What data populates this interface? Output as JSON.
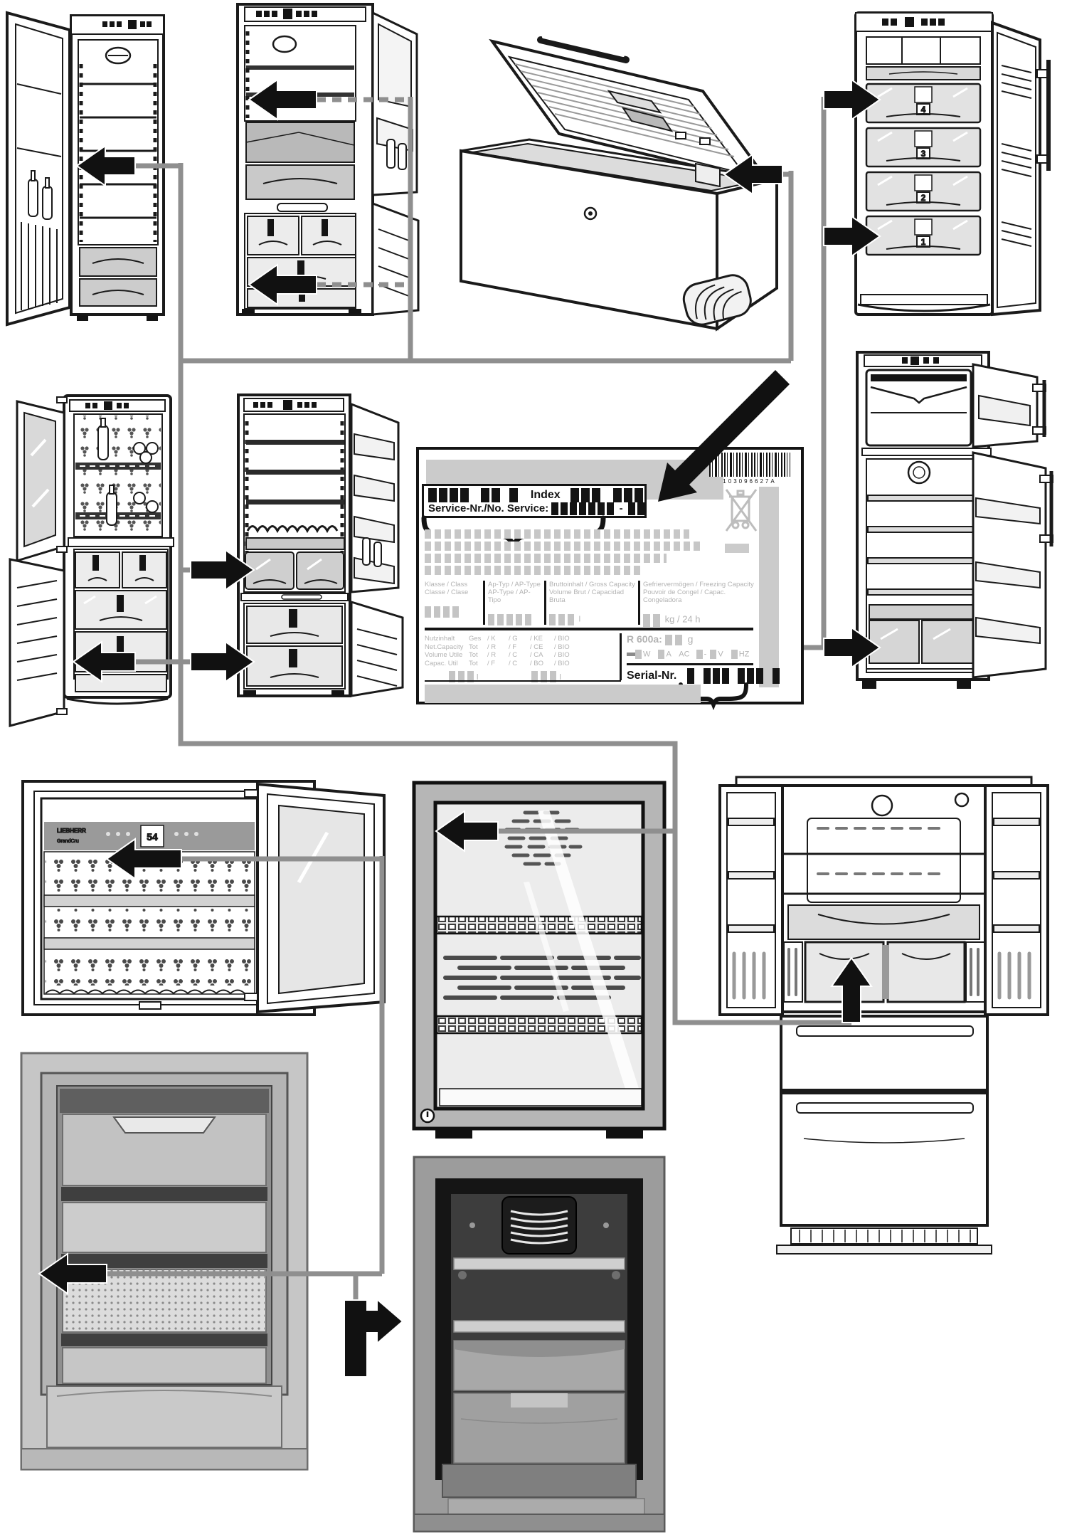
{
  "page": {
    "description": "Appliance rating-plate location diagram with line drawings of twelve refrigerator and freezer models connected to a magnified rating label"
  },
  "rating_label": {
    "barcode_number": "103096627A",
    "index_label": "Index",
    "service_label": "Service-Nr./No. Service:",
    "class_col": {
      "l1": "Klasse / Class",
      "l2": "Classe / Clase"
    },
    "aptype_col": {
      "l1": "Ap-Typ / AP-Type",
      "l2": "AP-Type / AP-Tipo"
    },
    "gross_col": {
      "l1": "Bruttoinhalt / Gross Capacity",
      "l2": "Volume Brut / Capacidad Bruta"
    },
    "freezing_col": {
      "l1": "Gefriervermögen / Freezing Capacity",
      "l2": "Pouvoir de Congel / Capac. Congeladora"
    },
    "freezing_unit": "kg / 24 h",
    "liter_unit": "l",
    "capacity_rows": [
      [
        "Nutzinhalt",
        "Ges",
        "/ K",
        "/ G",
        "/ KE",
        "/ BIO"
      ],
      [
        "Net.Capacity",
        "Tot",
        "/ R",
        "/ F",
        "/ CE",
        "/ BIO"
      ],
      [
        "Volume Utile",
        "Tot",
        "/ R",
        "/ C",
        "/ CA",
        "/ BIO"
      ],
      [
        "Capac. Util",
        "Tot",
        "/ F",
        "/ C",
        "/ BO",
        "/ BIO"
      ]
    ],
    "refrigerant_label": "R 600a:",
    "refrigerant_unit": "g",
    "electrical": [
      "W",
      "A",
      "AC",
      "-",
      "V",
      "HZ"
    ],
    "serial_label": "Serial-Nr."
  },
  "wine_cabinet": {
    "brand": "LIEBHERR",
    "model_line": "GrandCru",
    "display_value": "54"
  },
  "upright_freezer": {
    "drawer_numbers": [
      "4",
      "3",
      "2",
      "1"
    ]
  },
  "colors": {
    "connector_gray": "#8f8f8f",
    "arrow_black": "#111111",
    "label_text_gray": "#b3b3b3",
    "drawer_gray": "#cfcfcf"
  }
}
